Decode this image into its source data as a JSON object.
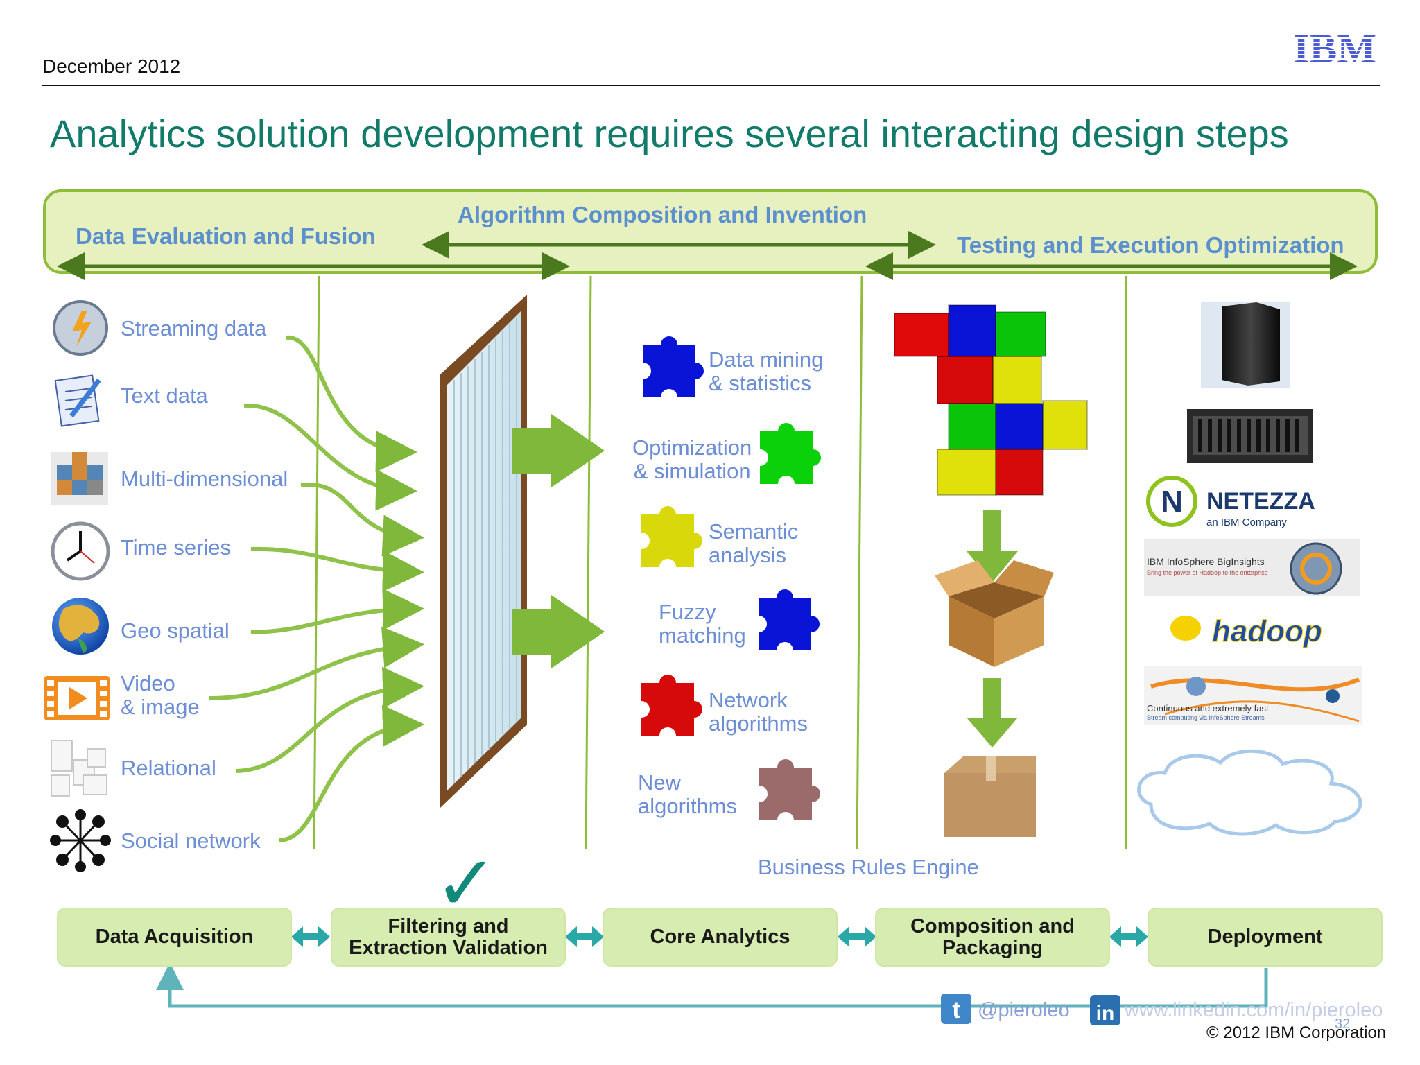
{
  "header": {
    "date": "December  2012",
    "logo": "IBM"
  },
  "title": "Analytics solution development requires several interacting design steps",
  "banner": {
    "left": "Data Evaluation and Fusion",
    "center": "Algorithm Composition and Invention",
    "right": "Testing and Execution Optimization"
  },
  "data_sources": [
    {
      "label": "Streaming data",
      "icon": "infosphere-streams-icon"
    },
    {
      "label": "Text  data",
      "icon": "notepad-icon"
    },
    {
      "label": "Multi-dimensional",
      "icon": "cube-icon"
    },
    {
      "label": "Time series",
      "icon": "clock-icon"
    },
    {
      "label": "Geo spatial",
      "icon": "globe-icon"
    },
    {
      "label": "Video\n& image",
      "icon": "film-icon"
    },
    {
      "label": "Relational",
      "icon": "tables-icon"
    },
    {
      "label": "Social network",
      "icon": "network-icon"
    }
  ],
  "techniques": [
    {
      "label": "Data mining\n& statistics",
      "color": "#0a14d6"
    },
    {
      "label": "Optimization\n& simulation",
      "color": "#0ad10a"
    },
    {
      "label": "Semantic\nanalysis",
      "color": "#d8d80a"
    },
    {
      "label": "Fuzzy\nmatching",
      "color": "#0a14d6"
    },
    {
      "label": "Network\nalgorithms",
      "color": "#d60a0a"
    },
    {
      "label": "New\nalgorithms",
      "color": "#7a3a3a"
    }
  ],
  "business_rules_engine": "Business Rules Engine",
  "platforms": {
    "netezza_name": "NETEZZA",
    "netezza_sub": "an IBM Company",
    "biginsights_title": "IBM InfoSphere BigInsights",
    "biginsights_sub": "Bring the power of Hadoop to the enterprise",
    "hadoop": "hadoop",
    "streams_title": "Continuous and extremely fast",
    "streams_sub": "Stream computing via InfoSphere Streams"
  },
  "steps": [
    "Data Acquisition",
    "Filtering and\nExtraction Validation",
    "Core Analytics",
    "Composition and\nPackaging",
    "Deployment"
  ],
  "checkmark": "✓",
  "footer": {
    "twitter": "@pieroleo",
    "linkedin": "www.linkedin.com/in/pieroleo",
    "copyright": "© 2012 IBM Corporation",
    "page": "32"
  },
  "colors": {
    "title": "#117a69",
    "banner_fill": "#e6f1bf",
    "banner_border": "#8fbd3b",
    "arrow_green": "#7fb83a",
    "teal": "#2aa8a8",
    "label_blue": "#6c8ed6"
  }
}
